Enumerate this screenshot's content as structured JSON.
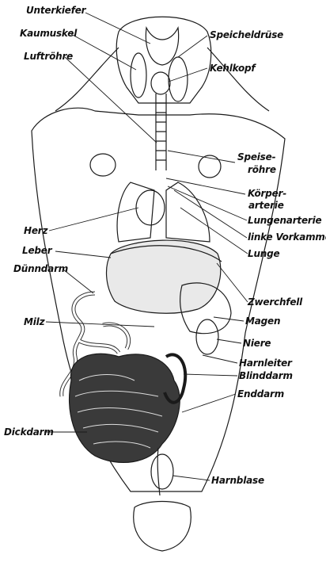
{
  "labels": {
    "unterkiefer": "Unterkiefer",
    "kaumuskel": "Kaumuskel",
    "luftroehre": "Luftröhre",
    "speicheldruese": "Speicheldrüse",
    "kehlkopf": "Kehlkopf",
    "speiseroehre_1": "Speise-",
    "speiseroehre_2": "röhre",
    "koerperarterie_1": "Körper-",
    "koerperarterie_2": "arterie",
    "lungenarterie": "Lungenarterie",
    "linke_vorkammer": "linke Vorkammer",
    "lunge": "Lunge",
    "herz": "Herz",
    "leber": "Leber",
    "duenndarm": "Dünndarm",
    "zwerchfell": "Zwerchfell",
    "milz": "Milz",
    "magen": "Magen",
    "niere": "Niere",
    "harnleiter": "Harnleiter",
    "blinddarm": "Blinddarm",
    "enddarm": "Enddarm",
    "dickdarm": "Dickdarm",
    "harnblase": "Harnblase"
  }
}
